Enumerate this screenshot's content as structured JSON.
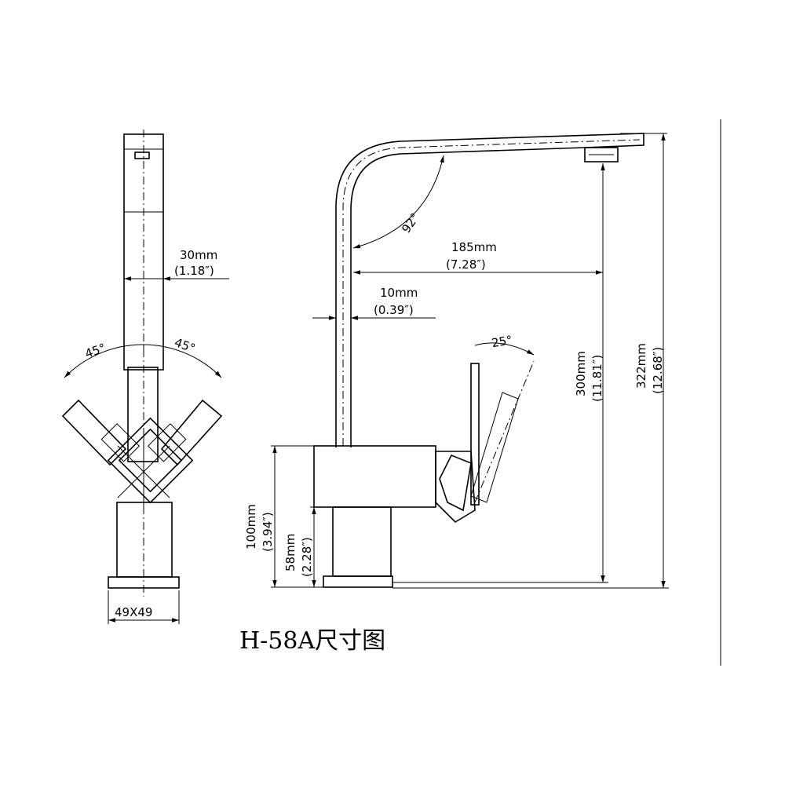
{
  "title": "H-58A尺寸图",
  "dimensions": {
    "width_mm": "30mm",
    "width_in": "(1.18″)",
    "left_angle": "45°",
    "right_angle": "45°",
    "base": "49X49",
    "spout_angle": "92°",
    "reach_mm": "185mm",
    "reach_in": "(7.28″)",
    "pipe_mm": "10mm",
    "pipe_in": "(0.39″)",
    "handle_angle": "25°",
    "spout_height_mm": "300mm",
    "spout_height_in": "(11.81″)",
    "total_height_mm": "322mm",
    "total_height_in": "(12.68″)",
    "body_height_mm": "100mm",
    "body_height_in": "(3.94″)",
    "base_height_mm": "58mm",
    "base_height_in": "(2.28″)"
  }
}
